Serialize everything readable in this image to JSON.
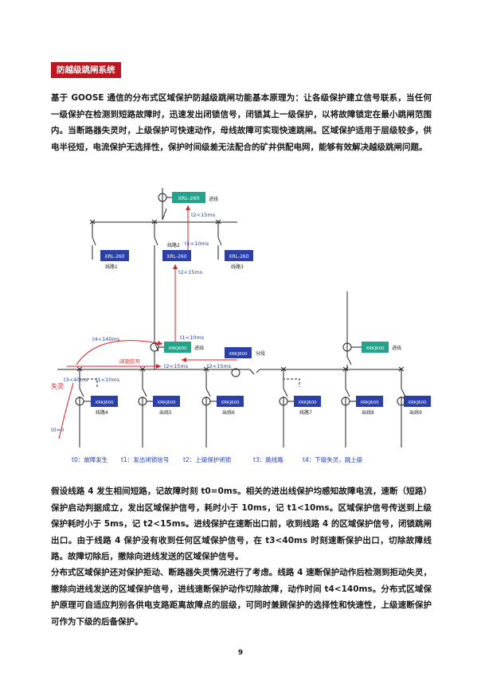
{
  "section_title": "防越级跳闸系统",
  "paragraphs": [
    "基于 GOOSE 通信的分布式区域保护防越级跳闸功能基本原理为：让各级保护建立信号联系，当任何一级保护在检测到短路故障时，迅速发出闭锁信号，闭锁其上一级保护，以将故障锁定在最小跳闸范围内。当断路器失灵时，上级保护可快速动作，母线故障可实现快速跳闸。区域保护适用于层级较多，供电半径短，电流保护无选择性，保护时间级差无法配合的矿井供配电网，能够有效解决越级跳闸问题。",
    "假设线路 4 发生相间短路，记故障时刻 t0=0ms。相关的进出线保护均感知故障电流，速断（短路）保护启动判据成立，发出区域保护信号，耗时小于 10ms，记 t1<10ms。区域保护信号传送到上级保护耗时小于 5ms，记 t2<15ms。进线保护在速断出口前，收到线路 4 的区域保护信号，闭锁跳闸出口。由于线路 4 保护没有收到任何区域保护信号，在 t3<40ms 时刻速断保护出口，切除故障线路。故障切除后，撤除向进线发送的区域保护信号。",
    "分布式区域保护还对保护拒动、断路器失灵情况进行了考虑。线路 4 速断保护动作后检测到拒动失灵，撤除向进线发送的区域保护信号，进线速断保护动作切除故障，动作时间 t4<140ms。分布式区域保护原理可自适应判别各供电支路距离故障点的层级，可同时兼顾保护的选择性和快速性，上级速断保护可作为下级的后备保护。"
  ],
  "diagram": {
    "devices": {
      "top": "XRL-260",
      "mid_left": "XRL-260",
      "mid_center": "XRL-260",
      "mid_right": "XRL-260",
      "incomer_left": "XRKJ600",
      "bus_tie": "XRKJ600",
      "incomer_right": "XRKJ600",
      "out1": "XRKJ600",
      "out2": "XRKJ600",
      "out3": "XRKJ600",
      "out4": "XRKJ600",
      "out5": "XRKJ600",
      "out6": "XRKJ600"
    },
    "labels": {
      "top_incoming": "进线",
      "line1": "线路1",
      "line2": "线路2",
      "line3": "线路3",
      "incoming_left": "进线",
      "bus_tie": "分段",
      "incoming_right": "进线",
      "line4": "线路4",
      "out5": "出线5",
      "out6": "出线6",
      "line7": "线路7",
      "out8": "出线8",
      "out9": "出线9",
      "lock_signal": "闭锁信号",
      "failure": "失灵",
      "t0": "t0=0"
    },
    "timings": {
      "top_t2": "t2<15ms",
      "upper_t1": "t1<10ms",
      "upper_t2": "t2<15ms",
      "mid_t1": "t1<10ms",
      "mid_t2a": "t2<15ms",
      "mid_t2b": "t2<15ms",
      "t4": "t4<140ms",
      "t3": "t3<40ms",
      "low_t1": "t1<10ms"
    },
    "legend": {
      "t0": "t0：故障发生",
      "t1": "t1：发出闭锁信号",
      "t2": "t2：上级保护闭锁",
      "t3": "t3：跳线路",
      "t4": "t4：下级失灵，跳上级"
    }
  },
  "page_number": "9",
  "colors": {
    "title_bg": "#c0161f",
    "device_blue": "#2b3fa8",
    "device_green": "#23a38a",
    "signal_red": "#e02020",
    "legend_blue": "#1f3fbf",
    "wire": "#222222"
  }
}
